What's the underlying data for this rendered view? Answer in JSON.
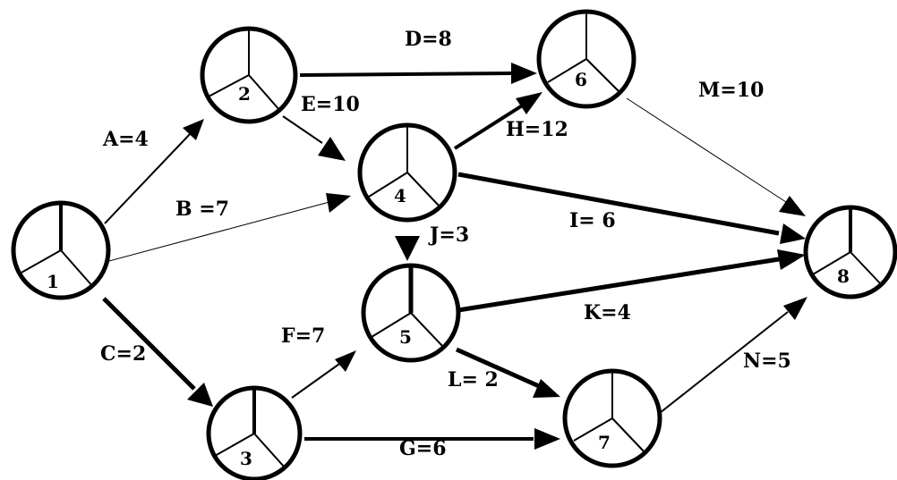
{
  "diagram": {
    "nodes": [
      {
        "id": "1",
        "label": "1"
      },
      {
        "id": "2",
        "label": "2"
      },
      {
        "id": "3",
        "label": "3"
      },
      {
        "id": "4",
        "label": "4"
      },
      {
        "id": "5",
        "label": "5"
      },
      {
        "id": "6",
        "label": "6"
      },
      {
        "id": "7",
        "label": "7"
      },
      {
        "id": "8",
        "label": "8"
      }
    ],
    "edges": [
      {
        "from": "1",
        "to": "2",
        "label": "A=4"
      },
      {
        "from": "1",
        "to": "4",
        "label": "B =7"
      },
      {
        "from": "1",
        "to": "3",
        "label": "C=2"
      },
      {
        "from": "2",
        "to": "6",
        "label": "D=8"
      },
      {
        "from": "2",
        "to": "4",
        "label": "E=10"
      },
      {
        "from": "3",
        "to": "5",
        "label": "F=7"
      },
      {
        "from": "3",
        "to": "7",
        "label": "G=6"
      },
      {
        "from": "4",
        "to": "6",
        "label": "H=12"
      },
      {
        "from": "4",
        "to": "8",
        "label": "I= 6"
      },
      {
        "from": "4",
        "to": "5",
        "label": "J=3"
      },
      {
        "from": "5",
        "to": "8",
        "label": "K=4"
      },
      {
        "from": "5",
        "to": "7",
        "label": "L= 2"
      },
      {
        "from": "6",
        "to": "8",
        "label": "M=10"
      },
      {
        "from": "7",
        "to": "8",
        "label": "N=5"
      }
    ]
  }
}
